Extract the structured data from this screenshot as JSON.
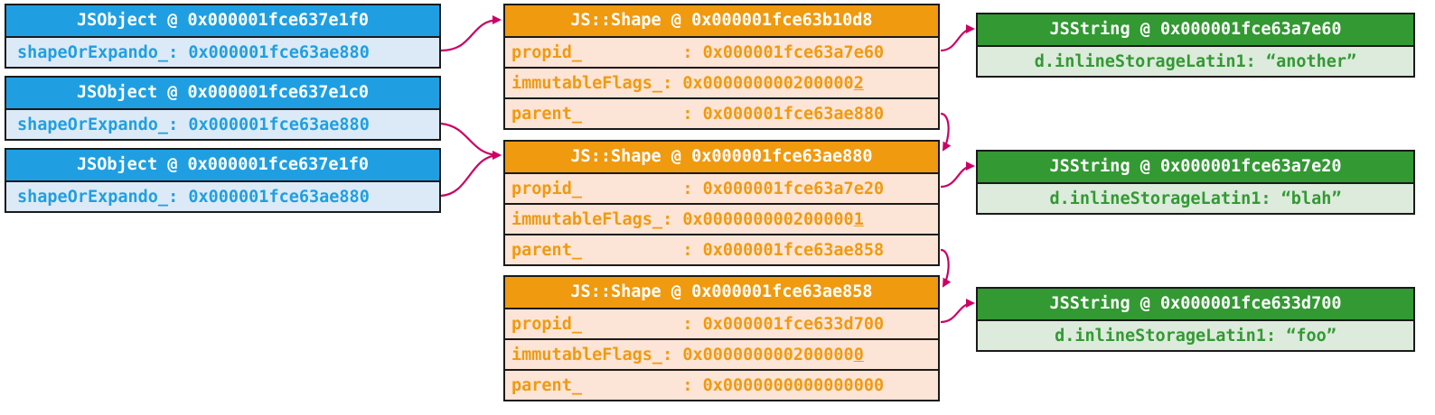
{
  "objects": [
    {
      "header": "JSObject @ 0x000001fce637e1f0",
      "field": "shapeOrExpando_: 0x000001fce63ae880"
    },
    {
      "header": "JSObject @ 0x000001fce637e1c0",
      "field": "shapeOrExpando_: 0x000001fce63ae880"
    },
    {
      "header": "JSObject @ 0x000001fce637e1f0",
      "field": "shapeOrExpando_: 0x000001fce63ae880"
    }
  ],
  "shapes": [
    {
      "header": "JS::Shape @ 0x000001fce63b10d8",
      "propid": "propid_          : 0x000001fce63a7e60",
      "flags_prefix": "immutableFlags_: 0x000000000200000",
      "flags_last": "2",
      "parent": "parent_          : 0x000001fce63ae880"
    },
    {
      "header": "JS::Shape @ 0x000001fce63ae880",
      "propid": "propid_          : 0x000001fce63a7e20",
      "flags_prefix": "immutableFlags_: 0x000000000200000",
      "flags_last": "1",
      "parent": "parent_          : 0x000001fce63ae858"
    },
    {
      "header": "JS::Shape @ 0x000001fce63ae858",
      "propid": "propid_          : 0x000001fce633d700",
      "flags_prefix": "immutableFlags_: 0x000000000200000",
      "flags_last": "0",
      "parent": "parent_          : 0x0000000000000000"
    }
  ],
  "strings": [
    {
      "header": "JSString @ 0x000001fce63a7e60",
      "field": "d.inlineStorageLatin1: “another”"
    },
    {
      "header": "JSString @ 0x000001fce63a7e20",
      "field": "d.inlineStorageLatin1: “blah”"
    },
    {
      "header": "JSString @ 0x000001fce633d700",
      "field": "d.inlineStorageLatin1: “foo”"
    }
  ],
  "colors": {
    "object": "#1f9fe2",
    "shape": "#f09a10",
    "string": "#339933",
    "arrow": "#cc0066"
  }
}
